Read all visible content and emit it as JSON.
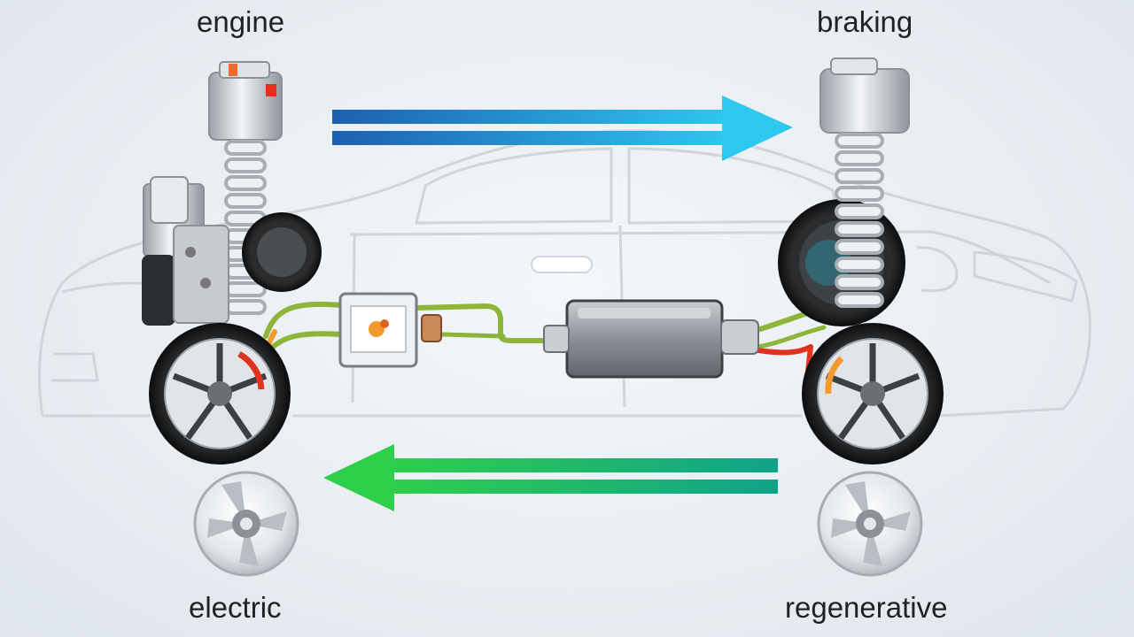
{
  "labels": {
    "engine": "engine",
    "braking": "braking",
    "electric": "electric",
    "regenerative": "regenerative"
  },
  "colors": {
    "top_arrow_start": "#1d5fb0",
    "top_arrow_end": "#2ec7ef",
    "bottom_arrow_start": "#2fcf4b",
    "bottom_arrow_end": "#0fa38a",
    "car_outline": "#cfd5db",
    "wire_green": "#8db53a",
    "wire_red": "#e0321e",
    "wire_orange": "#f29a2e"
  },
  "icons": [
    "engine-assembly",
    "brake-assembly",
    "wheel",
    "motor-disc",
    "inverter-box",
    "battery-pack"
  ]
}
